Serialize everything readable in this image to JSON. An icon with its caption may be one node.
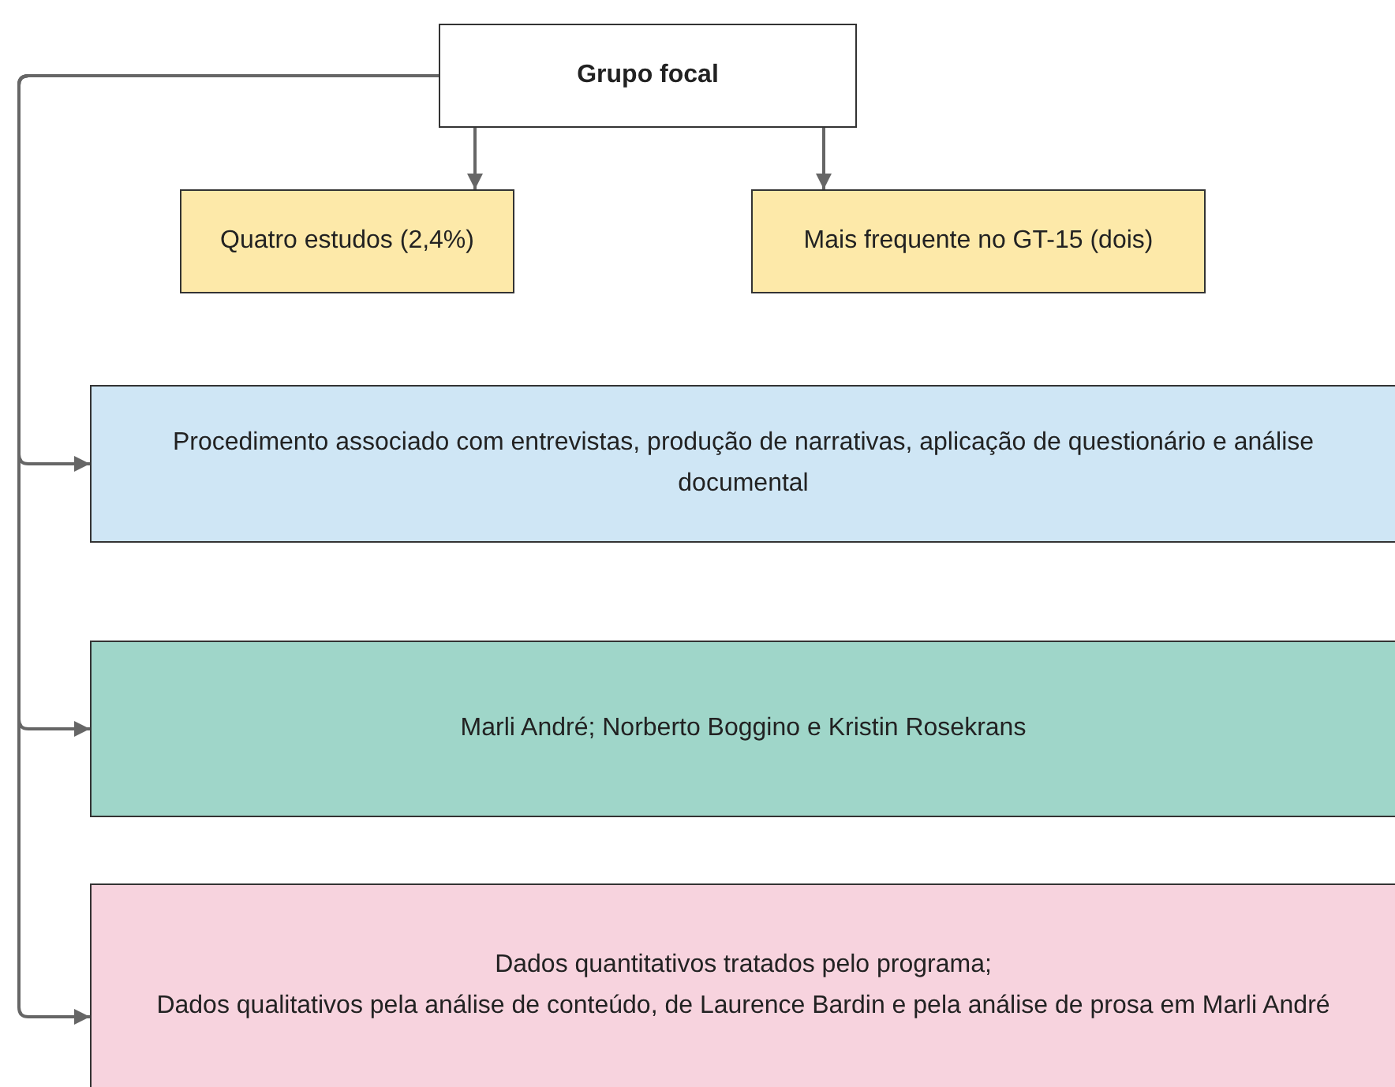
{
  "diagram": {
    "nodes": [
      {
        "text": [
          "Grupo focal"
        ]
      },
      {
        "text": [
          "Quatro estudos (2,4%)"
        ]
      },
      {
        "text": [
          "Mais frequente no GT-15 (dois)"
        ]
      },
      {
        "text": [
          "Procedimento associado com entrevistas, produção de narrativas, aplicação de questionário e análise documental"
        ]
      },
      {
        "text": [
          "Marli André; Norberto Boggino e Kristin Rosekrans"
        ]
      },
      {
        "text": [
          "Dados quantitativos tratados pelo programa;",
          "Dados qualitativos pela análise de conteúdo, de Laurence Bardin e pela análise de prosa em Marli André"
        ]
      }
    ],
    "edges": [
      {
        "from": 0,
        "to": 1,
        "arrow": "to"
      },
      {
        "from": 0,
        "to": 2,
        "arrow": "to"
      },
      {
        "from": 0,
        "to": 3,
        "arrow": "to"
      },
      {
        "from": 0,
        "to": 4,
        "arrow": "to"
      },
      {
        "from": 0,
        "to": 5,
        "arrow": "to"
      }
    ]
  }
}
